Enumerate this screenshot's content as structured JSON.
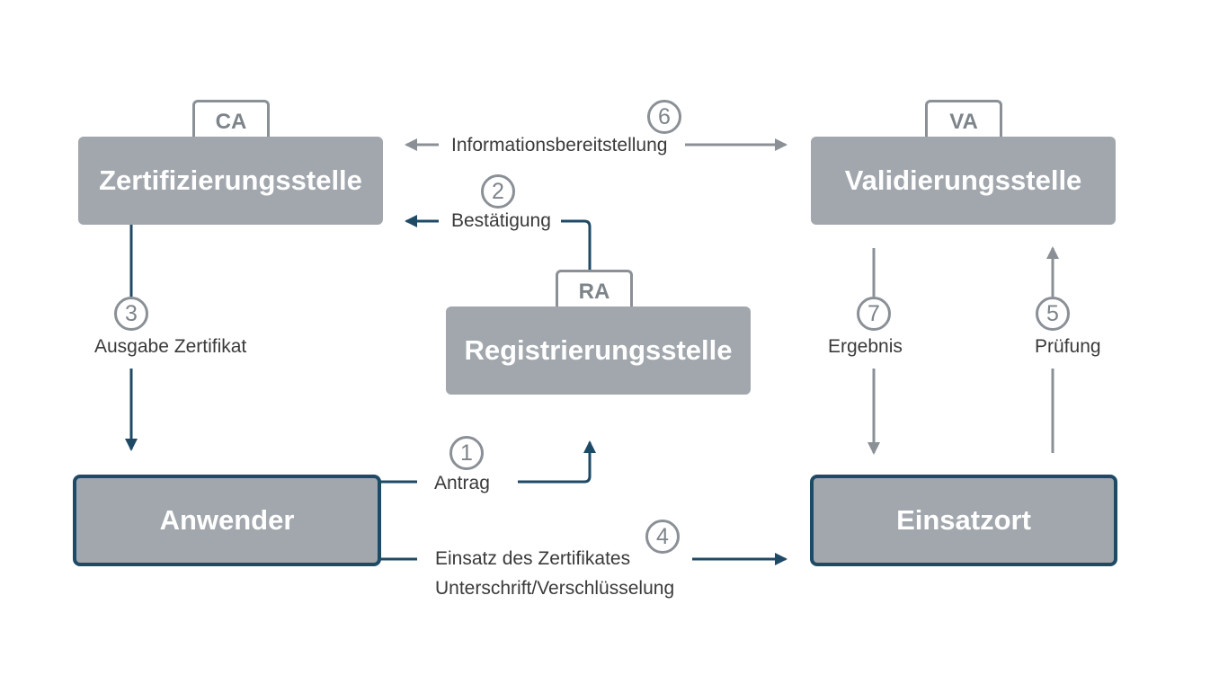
{
  "entities": {
    "ca": {
      "tab": "CA",
      "name": "Zertifizierungsstelle"
    },
    "va": {
      "tab": "VA",
      "name": "Validierungsstelle"
    },
    "ra": {
      "tab": "RA",
      "name": "Registrierungsstelle"
    },
    "user": {
      "name": "Anwender"
    },
    "site": {
      "name": "Einsatzort"
    }
  },
  "steps": [
    {
      "number": "1",
      "label": "Antrag"
    },
    {
      "number": "2",
      "label": "Bestätigung"
    },
    {
      "number": "3",
      "label": "Ausgabe Zertifikat"
    },
    {
      "number": "4",
      "label": "Einsatz des Zertifikates",
      "label2": "Unterschrift/Verschlüsselung"
    },
    {
      "number": "5",
      "label": "Prüfung"
    },
    {
      "number": "6",
      "label": "Informationsbereitstellung"
    },
    {
      "number": "7",
      "label": "Ergebnis"
    }
  ],
  "colors": {
    "box_fill": "#a1a7ad",
    "dark_arrow": "#1f4a66",
    "grey_arrow": "#8a9096"
  }
}
